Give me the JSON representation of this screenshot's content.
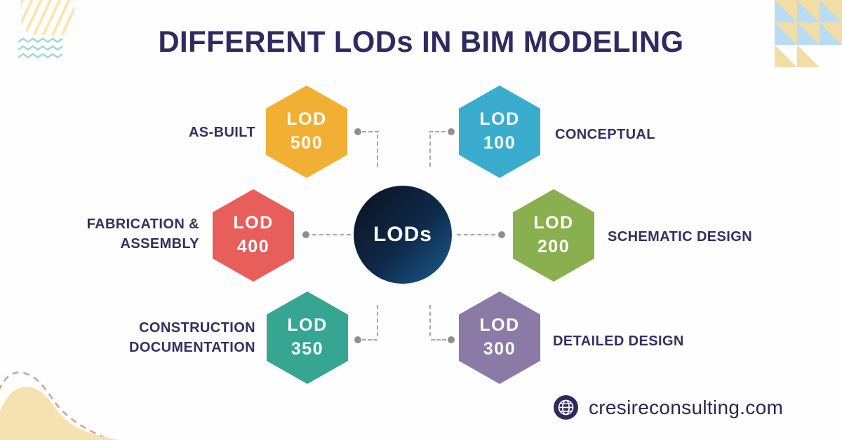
{
  "title": "DIFFERENT LODs IN BIM MODELING",
  "center": {
    "label": "LODs"
  },
  "nodes": [
    {
      "code": "LOD",
      "level": "500",
      "label": "AS-BUILT",
      "color": "#f1af33"
    },
    {
      "code": "LOD",
      "level": "100",
      "label": "CONCEPTUAL",
      "color": "#3aadce"
    },
    {
      "code": "LOD",
      "level": "400",
      "label": "FABRICATION &\nASSEMBLY",
      "color": "#e85e5b"
    },
    {
      "code": "LOD",
      "level": "200",
      "label": "SCHEMATIC DESIGN",
      "color": "#8aaf4f"
    },
    {
      "code": "LOD",
      "level": "350",
      "label": "CONSTRUCTION\nDOCUMENTATION",
      "color": "#36a693"
    },
    {
      "code": "LOD",
      "level": "300",
      "label": "DETAILED DESIGN",
      "color": "#8b7aa5"
    }
  ],
  "footer": {
    "website": "cresireconsulting.com"
  },
  "icons": {
    "globe": "globe-icon"
  },
  "palette": {
    "title_text": "#2f2a5f",
    "label_text": "#333060",
    "connector": "#9a9a9a",
    "circle_gradient_dark": "#0b101d",
    "circle_gradient_light": "#1b5c93",
    "deco_gold": "#f3dda6",
    "deco_blue": "#b9dcf2",
    "deco_teal": "#6ec6bd",
    "blob_cream": "#f5e2b1",
    "blob_dash": "#db9c8f"
  }
}
